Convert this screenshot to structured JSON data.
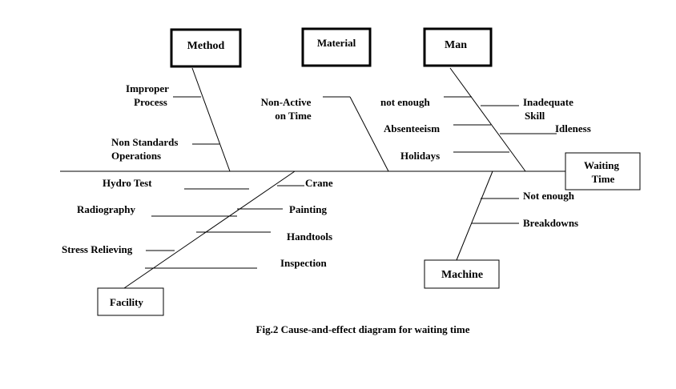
{
  "categories": {
    "method": "Method",
    "material": "Material",
    "man": "Man",
    "machine": "Machine",
    "facility": "Facility"
  },
  "effect": {
    "line1": "Waiting",
    "line2": "Time"
  },
  "causes": {
    "method": {
      "improper_line1": "Improper",
      "improper_line2": "Process",
      "nonstandard_line1": "Non Standards",
      "nonstandard_line2": "Operations"
    },
    "material": {
      "nonactive_line1": "Non-Active",
      "nonactive_line2": "on  Time"
    },
    "man": {
      "not_enough": "not enough",
      "absenteeism": "Absenteeism",
      "holidays": "Holidays",
      "inadequate_line1": "Inadequate",
      "inadequate_line2": "Skill",
      "idleness": "Idleness"
    },
    "machine": {
      "not_enough": "Not enough",
      "breakdowns": "Breakdowns"
    },
    "facility": {
      "hydro_test": "Hydro Test",
      "radiography": "Radiography",
      "stress_relieving": "Stress Relieving",
      "crane": "Crane",
      "painting": "Painting",
      "handtools": "Handtools",
      "inspection": "Inspection"
    }
  },
  "caption": "Fig.2 Cause-and-effect diagram for waiting time"
}
